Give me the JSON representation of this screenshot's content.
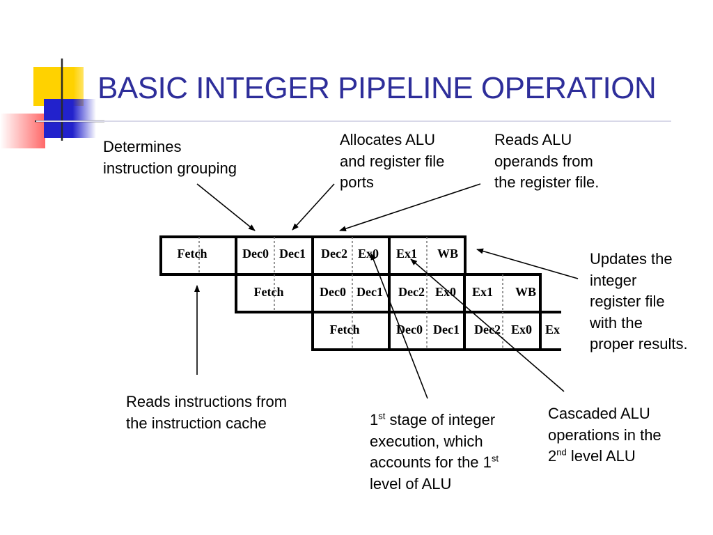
{
  "slide": {
    "title": "BASIC INTEGER PIPELINE OPERATION"
  },
  "colors": {
    "title": "#2e2e9a",
    "accent_yellow": "#ffd200",
    "accent_blue": "#2222cc",
    "accent_red": "#ff4d4d",
    "text": "#000000"
  },
  "annotations": {
    "grouping": [
      "Determines",
      "instruction grouping"
    ],
    "allocates": [
      "Allocates ALU",
      "and register file",
      "ports"
    ],
    "reads_alu": [
      "Reads ALU",
      "operands from",
      "the register file."
    ],
    "updates": [
      "Updates the",
      "integer",
      "register file",
      "with the",
      "proper results."
    ],
    "reads_instr": [
      "Reads instructions from",
      "the instruction cache"
    ],
    "first_stage": {
      "l1_pre": "1",
      "l1_sup": "st",
      "l1_post": " stage of integer",
      "l2": "execution, which",
      "l3_pre": "accounts for the 1",
      "l3_sup": "st",
      "l4": "level of ALU"
    },
    "cascaded": {
      "l1": "Cascaded ALU",
      "l2": "operations in the",
      "l3_pre": "2",
      "l3_sup": "nd",
      "l3_post": " level ALU"
    }
  },
  "pipeline": {
    "rows": [
      [
        "Fetch",
        "Dec0",
        "Dec1",
        "Dec2",
        "Ex0",
        "Ex1",
        "WB"
      ],
      [
        "Fetch",
        "Dec0",
        "Dec1",
        "Dec2",
        "Ex0",
        "Ex1",
        "WB"
      ],
      [
        "Fetch",
        "Dec0",
        "Dec1",
        "Dec2",
        "Ex0",
        "Ex"
      ]
    ]
  }
}
